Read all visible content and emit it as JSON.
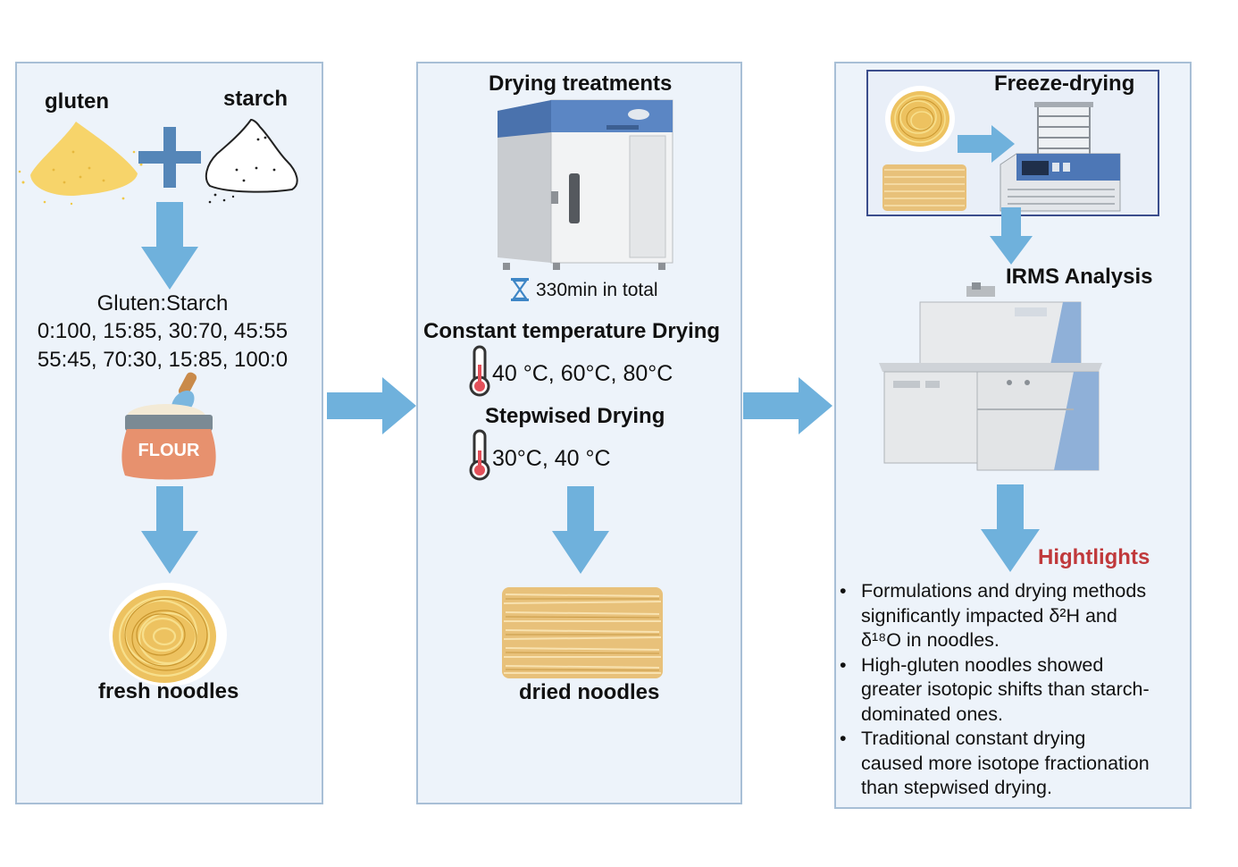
{
  "panel1": {
    "gluten_label": "gluten",
    "starch_label": "starch",
    "ratio_title": "Gluten:Starch",
    "ratio_line1": "0:100, 15:85, 30:70, 45:55",
    "ratio_line2": "55:45, 70:30, 15:85, 100:0",
    "flour_text": "FLOUR",
    "fresh_label": "fresh noodles"
  },
  "panel2": {
    "title": "Drying treatments",
    "timer_text": "330min in total",
    "constant_title": "Constant temperature Drying",
    "constant_temps": "40 °C, 60°C, 80°C",
    "stepwise_title": "Stepwised Drying",
    "stepwise_temps": "30°C, 40 °C",
    "dried_label": "dried noodles"
  },
  "panel3": {
    "freeze_title": "Freeze-drying",
    "irms_title": "IRMS Analysis",
    "highlights_title": "Hightlights",
    "highlights_color": "#c0393b",
    "bullets": [
      [
        "Formulations and drying methods",
        "significantly impacted δ²H and",
        "δ¹⁸O in noodles."
      ],
      [
        "High-gluten noodles showed",
        "greater isotopic shifts than starch-",
        "dominated ones."
      ],
      [
        "Traditional constant drying",
        "caused more isotope fractionation",
        "than stepwised drying."
      ]
    ]
  },
  "colors": {
    "arrow": "#6fb1dc",
    "plus": "#5586b8",
    "panel_bg": "#edf3fa",
    "panel_border": "#a8bfd6"
  }
}
